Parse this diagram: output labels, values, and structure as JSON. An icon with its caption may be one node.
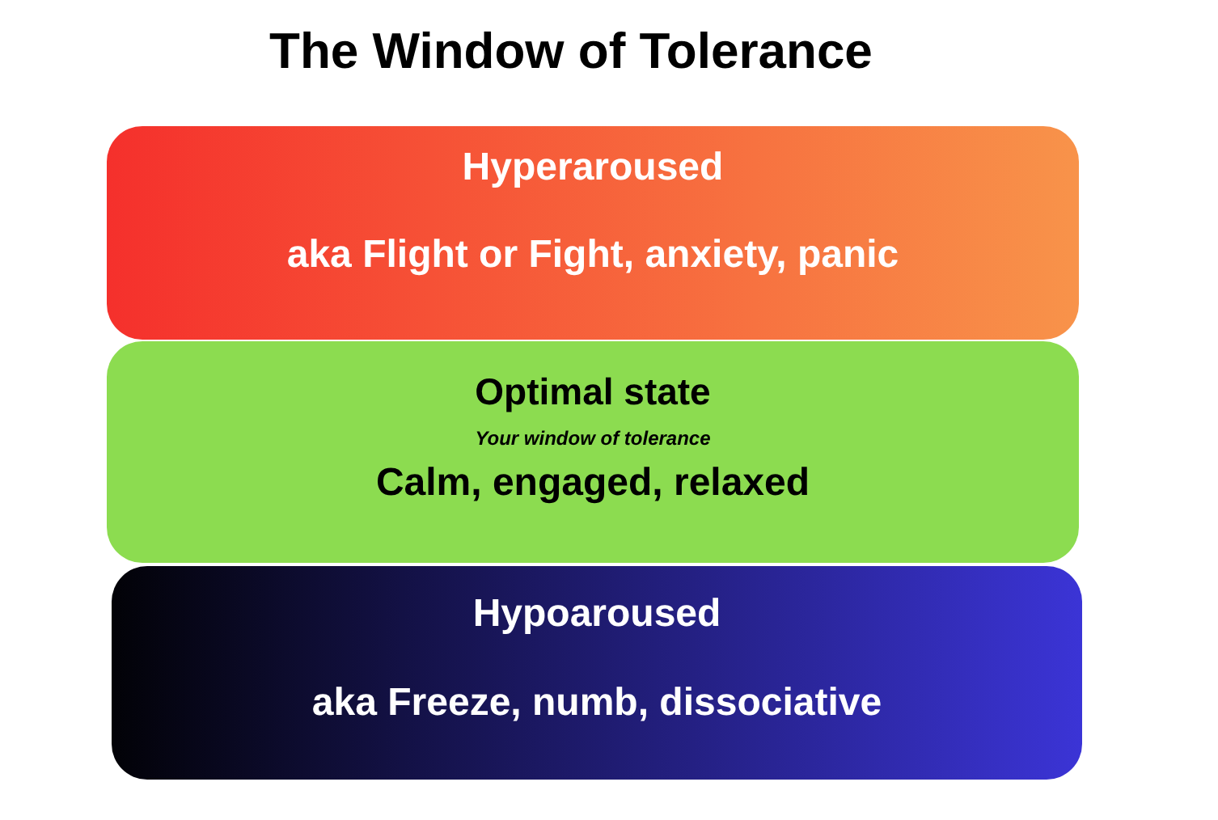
{
  "diagram": {
    "title": "The Window of Tolerance",
    "nodes": [
      {
        "text": [
          "Hyperaroused",
          "aka Flight or Fight, anxiety, panic"
        ]
      },
      {
        "text": [
          "Optimal state",
          "Your window of tolerance",
          "Calm, engaged, relaxed"
        ]
      },
      {
        "text": [
          "Hypoaroused",
          "aka Freeze, numb, dissociative"
        ]
      }
    ]
  }
}
